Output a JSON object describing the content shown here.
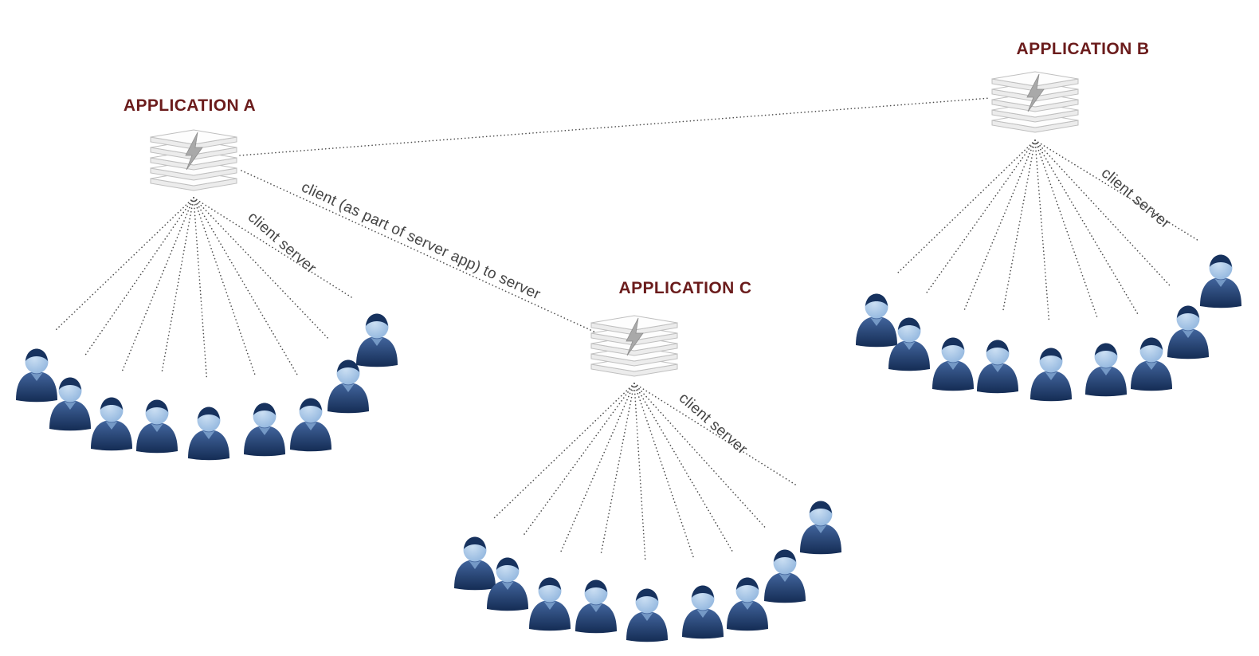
{
  "diagram": {
    "title": "client-server applications diagram",
    "clusters": [
      {
        "id": "A",
        "label": "APPLICATION A",
        "client_server_label": "client server",
        "client_count": 9
      },
      {
        "id": "B",
        "label": "APPLICATION B",
        "client_server_label": "client server",
        "client_count": 9
      },
      {
        "id": "C",
        "label": "APPLICATION C",
        "client_server_label": "client server",
        "client_count": 9
      }
    ],
    "connections": [
      {
        "from": "A",
        "to": "B",
        "label": ""
      },
      {
        "from": "A",
        "to": "C",
        "label": "client (as part of server app)  to server"
      }
    ],
    "colors": {
      "app_label": "#6b1c1c",
      "link_text": "#454545",
      "dotted_line": "#4c4c4c",
      "person_body_dark": "#16305a",
      "person_body_light": "#40639b",
      "person_face": "#a9c7e8",
      "server_fill": "#fdfdfd",
      "server_side": "#ececec",
      "server_stroke": "#bfbfbf",
      "bolt": "#a9a9a9"
    }
  }
}
